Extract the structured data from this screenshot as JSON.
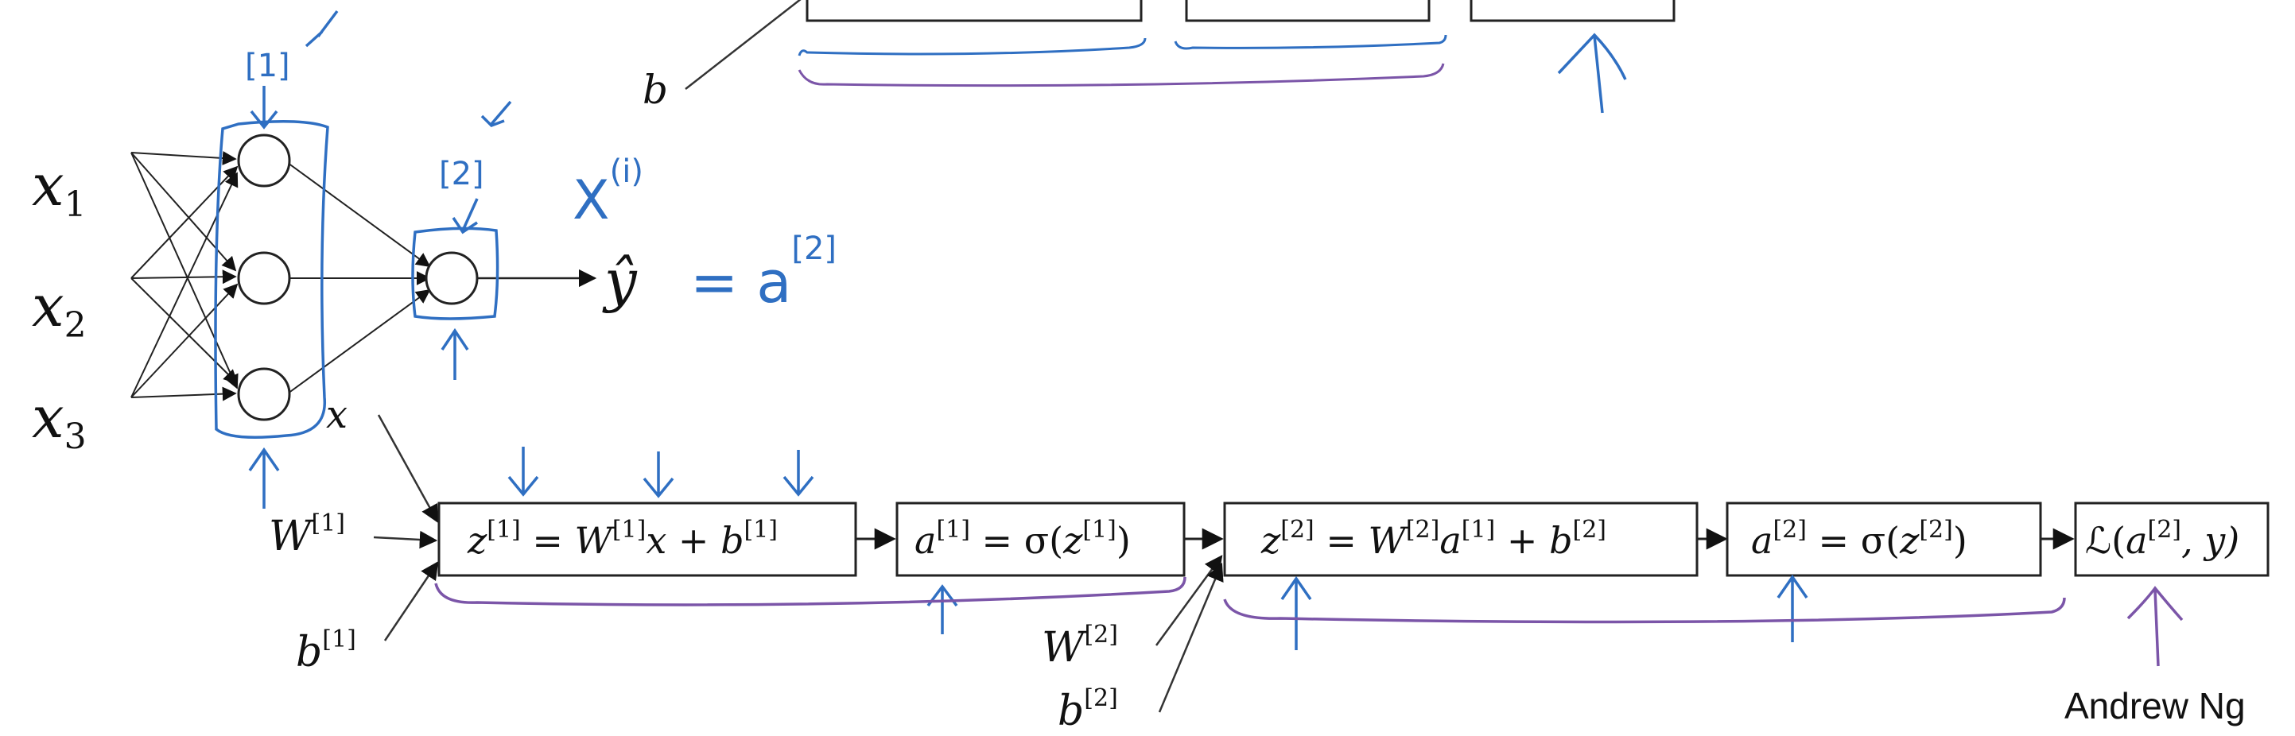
{
  "inputs": [
    {
      "base": "x",
      "sub": "1"
    },
    {
      "base": "x",
      "sub": "2"
    },
    {
      "base": "x",
      "sub": "3"
    }
  ],
  "output_symbol": "ŷ",
  "top_fragment": {
    "b_label": "b"
  },
  "forward": {
    "x_label": "x",
    "w1": {
      "base": "W",
      "sup": "[1]"
    },
    "b1": {
      "base": "b",
      "sup": "[1]"
    },
    "w2": {
      "base": "W",
      "sup": "[2]"
    },
    "b2": {
      "base": "b",
      "sup": "[2]"
    },
    "z1": {
      "lhs": "z",
      "lhs_sup": "[1]",
      "eq": " = ",
      "w": "W",
      "w_sup": "[1]",
      "mid": "x + ",
      "b": "b",
      "b_sup": "[1]"
    },
    "a1": {
      "lhs": "a",
      "lhs_sup": "[1]",
      "eq": " = σ(",
      "z": "z",
      "z_sup": "[1]",
      "close": ")"
    },
    "z2": {
      "lhs": "z",
      "lhs_sup": "[2]",
      "eq": " = ",
      "w": "W",
      "w_sup": "[2]",
      "a": "a",
      "a_sup": "[1]",
      "mid": " + ",
      "b": "b",
      "b_sup": "[2]"
    },
    "a2": {
      "lhs": "a",
      "lhs_sup": "[2]",
      "eq": " = σ(",
      "z": "z",
      "z_sup": "[2]",
      "close": ")"
    },
    "loss": {
      "fn": "ℒ(",
      "a": "a",
      "a_sup": "[2]",
      "rest": ", y)"
    }
  },
  "annotations": {
    "layer1": "[1]",
    "layer2": "[2]",
    "x_i_base": "X",
    "x_i_sup": "(i)",
    "eq_a": "= a",
    "eq_a_sup": "[2]"
  },
  "credit": "Andrew Ng",
  "colors": {
    "ink": "#111111",
    "annotation": "#2f6fc2",
    "bracket": "#7b55a8"
  }
}
